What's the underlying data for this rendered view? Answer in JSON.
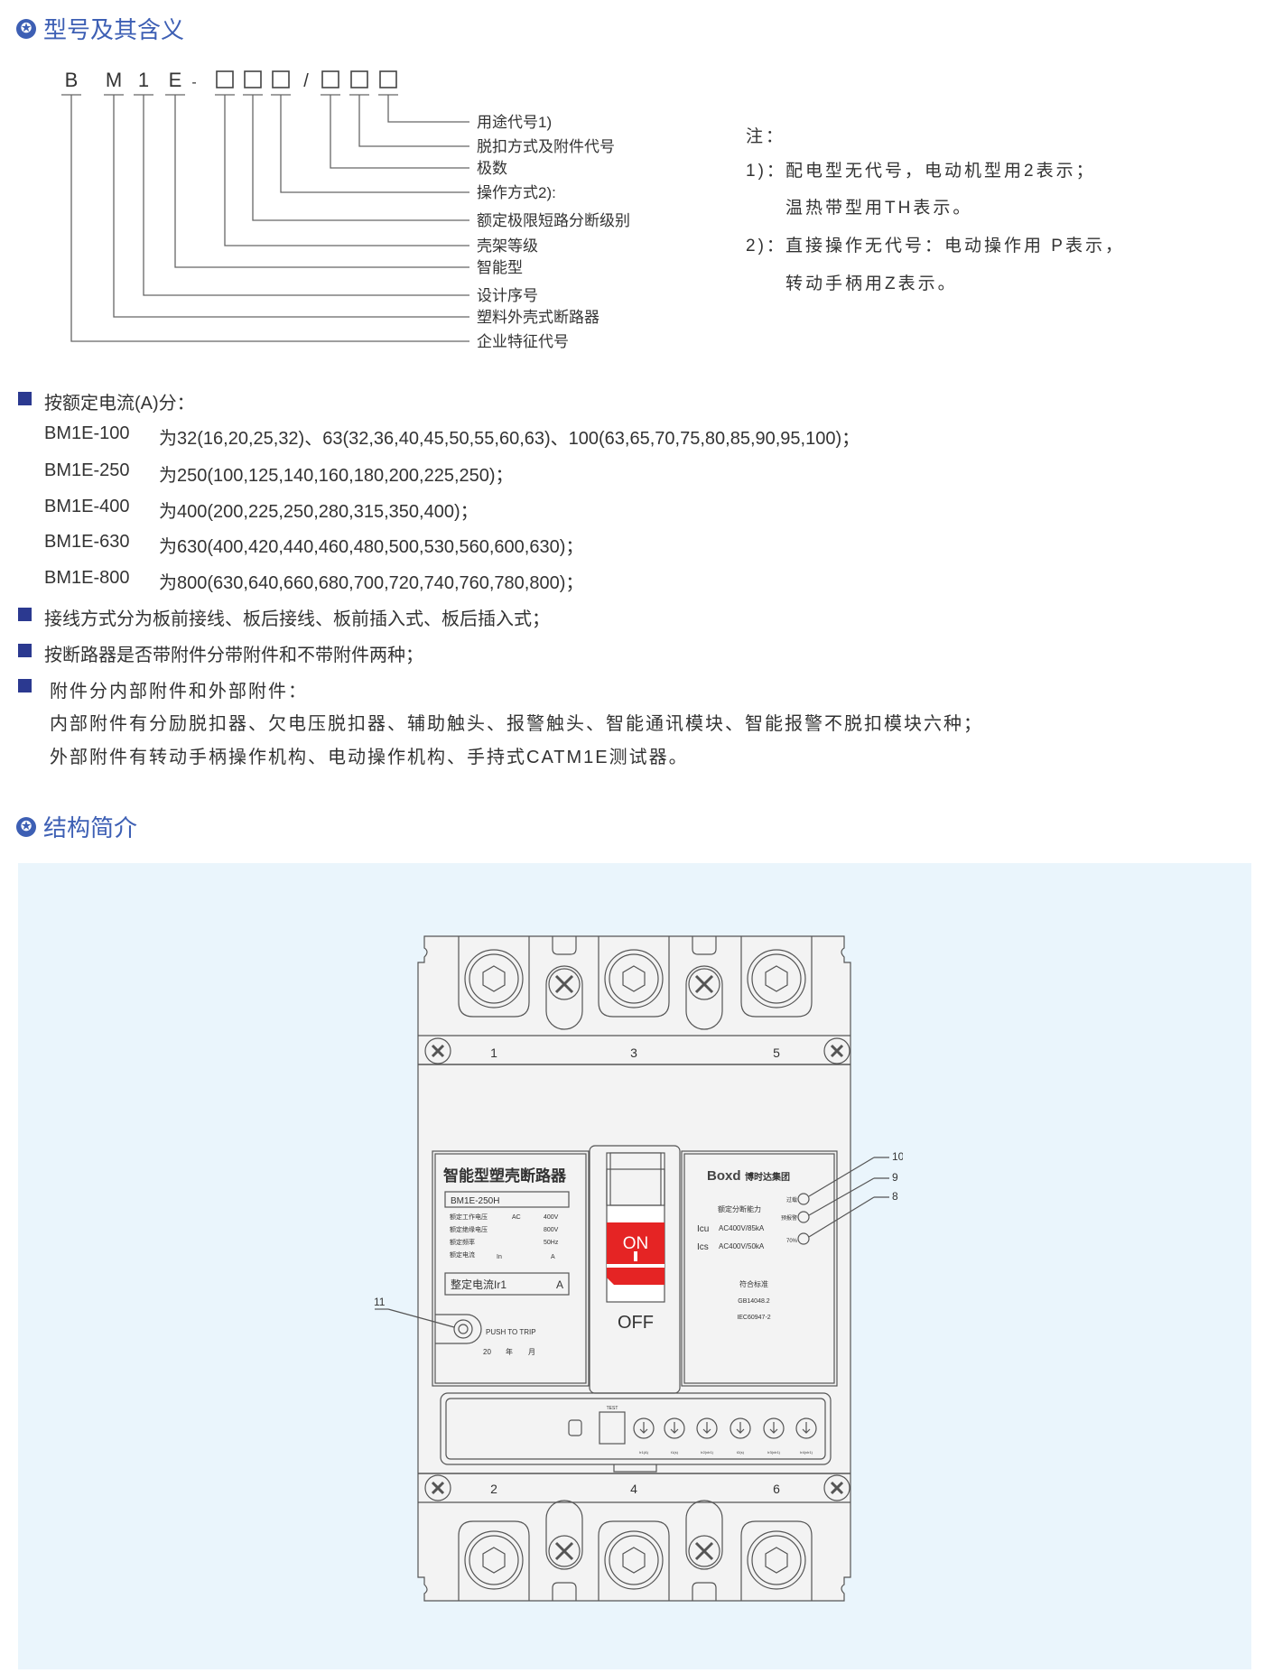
{
  "section1": {
    "title": "型号及其含义",
    "icon": "star-circle-icon"
  },
  "model_code": {
    "chars": [
      "B",
      "M",
      "1",
      "E"
    ],
    "dash": "-",
    "slash": "/",
    "labels": [
      "用途代号1)",
      "脱扣方式及附件代号",
      "极数",
      "操作方式2):",
      "额定极限短路分断级别",
      "壳架等级",
      "智能型",
      "设计序号",
      "塑料外壳式断路器",
      "企业特征代号"
    ]
  },
  "notes": {
    "title": "注：",
    "items": [
      {
        "num": "1)：",
        "lines": [
          "配电型无代号，电动机型用2表示；",
          "温热带型用TH表示。"
        ]
      },
      {
        "num": "2)：",
        "lines": [
          "直接操作无代号：电动操作用 P表示，",
          "转动手柄用Z表示。"
        ]
      }
    ]
  },
  "classification": {
    "current_title": "按额定电流(A)分：",
    "models": [
      {
        "model": "BM1E-100",
        "desc": "为32(16,20,25,32)、63(32,36,40,45,50,55,60,63)、100(63,65,70,75,80,85,90,95,100)；"
      },
      {
        "model": "BM1E-250",
        "desc": "为250(100,125,140,160,180,200,225,250)；"
      },
      {
        "model": "BM1E-400",
        "desc": "为400(200,225,250,280,315,350,400)；"
      },
      {
        "model": "BM1E-630",
        "desc": "为630(400,420,440,460,480,500,530,560,600,630)；"
      },
      {
        "model": "BM1E-800",
        "desc": "为800(630,640,660,680,700,720,740,760,780,800)；"
      }
    ],
    "wiring": "接线方式分为板前接线、板后接线、板前插入式、板后插入式；",
    "accessory_type": "按断路器是否带附件分带附件和不带附件两种；",
    "accessories_title": "附件分内部附件和外部附件：",
    "internal": "内部附件有分励脱扣器、欠电压脱扣器、辅助触头、报警触头、智能通讯模块、智能报警不脱扣模块六种；",
    "external": "外部附件有转动手柄操作机构、电动操作机构、手持式CATM1E测试器。"
  },
  "section2": {
    "title": "结构简介",
    "icon": "star-circle-icon"
  },
  "breaker": {
    "terminals_top": [
      "1",
      "3",
      "5"
    ],
    "terminals_bottom": [
      "2",
      "4",
      "6"
    ],
    "nameplate": {
      "title": "智能型塑壳断路器",
      "model": "BM1E-250H",
      "rows": [
        {
          "label": "额定工作电压",
          "mid": "AC",
          "value": "400V"
        },
        {
          "label": "额定绝缘电压",
          "mid": "",
          "value": "800V"
        },
        {
          "label": "额定频率",
          "mid": "",
          "value": "50Hz"
        },
        {
          "label": "额定电流",
          "mid": "In",
          "value": "A"
        }
      ],
      "setting_label": "整定电流Ir1",
      "setting_unit": "A",
      "push_to_trip": "PUSH TO TRIP",
      "date": [
        "20",
        "年",
        "月"
      ]
    },
    "handle": {
      "on": "ON",
      "off": "OFF"
    },
    "brand_panel": {
      "logo": "Boxd",
      "company": "博时达集团",
      "capacity_title": "额定分断能力",
      "icu_label": "Icu",
      "icu_value": "AC400V/85kA",
      "ics_label": "Ics",
      "ics_value": "AC400V/50kA",
      "indicators": [
        "过载",
        "预报警",
        "70%"
      ],
      "standard_title": "符合标准",
      "standards": [
        "GB14048.2",
        "IEC60947-2"
      ]
    },
    "trip_unit": {
      "test": "TEST",
      "dials": [
        "Ir1(A)",
        "t1(s)",
        "Ir2(xIr1)",
        "t2(s)",
        "Ir3(xIr1)",
        "Ir4(xIr1)"
      ]
    },
    "callouts": [
      "8",
      "9",
      "10",
      "11"
    ]
  },
  "colors": {
    "heading": "#3d5fb4",
    "bullet": "#2b3990",
    "panel_bg": "#eaf5fc",
    "on_red": "#e52424"
  }
}
